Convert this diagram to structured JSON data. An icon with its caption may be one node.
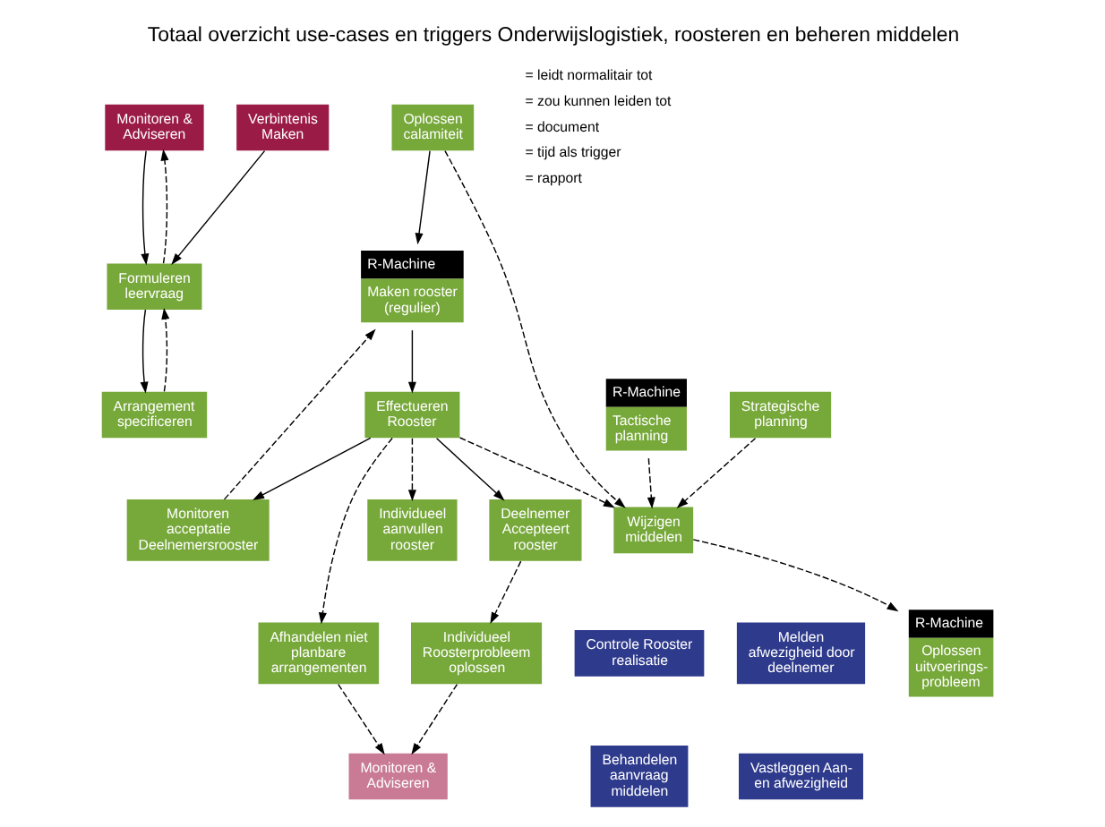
{
  "diagram": {
    "title": "Totaal overzicht use-cases en triggers Onderwijslogistiek, roosteren en beheren middelen",
    "nodes": [
      {
        "text": [
          "Monitoren & Adviseren"
        ]
      },
      {
        "text": [
          "Verbintenis Maken"
        ]
      },
      {
        "text": [
          "Formuleren leervraag"
        ]
      },
      {
        "text": [
          "Arrangement specificeren"
        ]
      },
      {
        "text": [
          "R-Machine",
          "Maken rooster (regulier)"
        ]
      },
      {
        "text": [
          "R-Machine",
          "Tactische planning"
        ]
      },
      {
        "text": [
          "Strategische planning"
        ]
      },
      {
        "text": [
          "Individueel aanvullen rooster"
        ]
      },
      {
        "text": [
          "Oplossen calamiteit"
        ]
      },
      {
        "text": [
          "Monitoren acceptatie Deelnemersrooster"
        ]
      },
      {
        "text": [
          "Effectueren Rooster"
        ]
      },
      {
        "text": [
          "Wijzigen middelen"
        ]
      },
      {
        "text": [
          "R-Machine",
          "Oplossen uitvoerings- probleem"
        ]
      },
      {
        "text": [
          "Afhandelen niet planbare arrangementen"
        ]
      },
      {
        "text": [
          "Controle Rooster realisatie"
        ]
      },
      {
        "text": [
          "Melden afwezigheid door deelnemer"
        ]
      },
      {
        "text": [
          "Monitoren & Adviseren"
        ]
      },
      {
        "text": [
          "Individueel Roosterprobleem oplossen"
        ]
      },
      {
        "text": [
          "Deelnemer Accepteert rooster"
        ]
      },
      {
        "text": [
          "Behandelen aanvraag middelen"
        ]
      },
      {
        "text": [
          "Vastleggen Aan- en afwezigheid"
        ]
      }
    ],
    "edges": [
      {
        "from": 0,
        "to": 2,
        "arrow": "to"
      },
      {
        "from": 2,
        "to": 0,
        "arrow": "to",
        "style": "dashed"
      },
      {
        "from": 1,
        "to": 2,
        "arrow": "to"
      },
      {
        "from": 2,
        "to": 3,
        "arrow": "to"
      },
      {
        "from": 3,
        "to": 2,
        "arrow": "to",
        "style": "dashed"
      },
      {
        "from": 4,
        "to": 10,
        "arrow": "to"
      },
      {
        "from": 10,
        "to": 7,
        "arrow": "to",
        "style": "dashed"
      },
      {
        "from": 8,
        "to": 4,
        "arrow": "to"
      },
      {
        "from": 9,
        "to": 4,
        "arrow": "to",
        "style": "dashed"
      },
      {
        "from": 10,
        "to": 9,
        "arrow": "to"
      },
      {
        "from": 10,
        "to": 11,
        "arrow": "to",
        "style": "dashed"
      },
      {
        "from": 8,
        "to": 11,
        "arrow": "to",
        "style": "dashed"
      },
      {
        "from": 5,
        "to": 11,
        "arrow": "to",
        "style": "dashed"
      },
      {
        "from": 6,
        "to": 11,
        "arrow": "to",
        "style": "dashed"
      },
      {
        "from": 10,
        "to": 13,
        "arrow": "to",
        "style": "dashed"
      },
      {
        "from": 13,
        "to": 16,
        "arrow": "to",
        "style": "dashed"
      },
      {
        "from": 10,
        "to": 18,
        "arrow": "to"
      },
      {
        "from": 18,
        "to": 17,
        "arrow": "to",
        "style": "dashed"
      },
      {
        "from": 17,
        "to": 16,
        "arrow": "to",
        "style": "dashed"
      },
      {
        "from": 11,
        "to": 12,
        "arrow": "to",
        "style": "dashed"
      }
    ],
    "legend": [
      {
        "text": "= leidt normalitair tot"
      },
      {
        "text": "= zou kunnen leiden tot"
      },
      {
        "text": "= document"
      },
      {
        "text": "= tijd als trigger"
      },
      {
        "text": "= rapport"
      }
    ]
  }
}
